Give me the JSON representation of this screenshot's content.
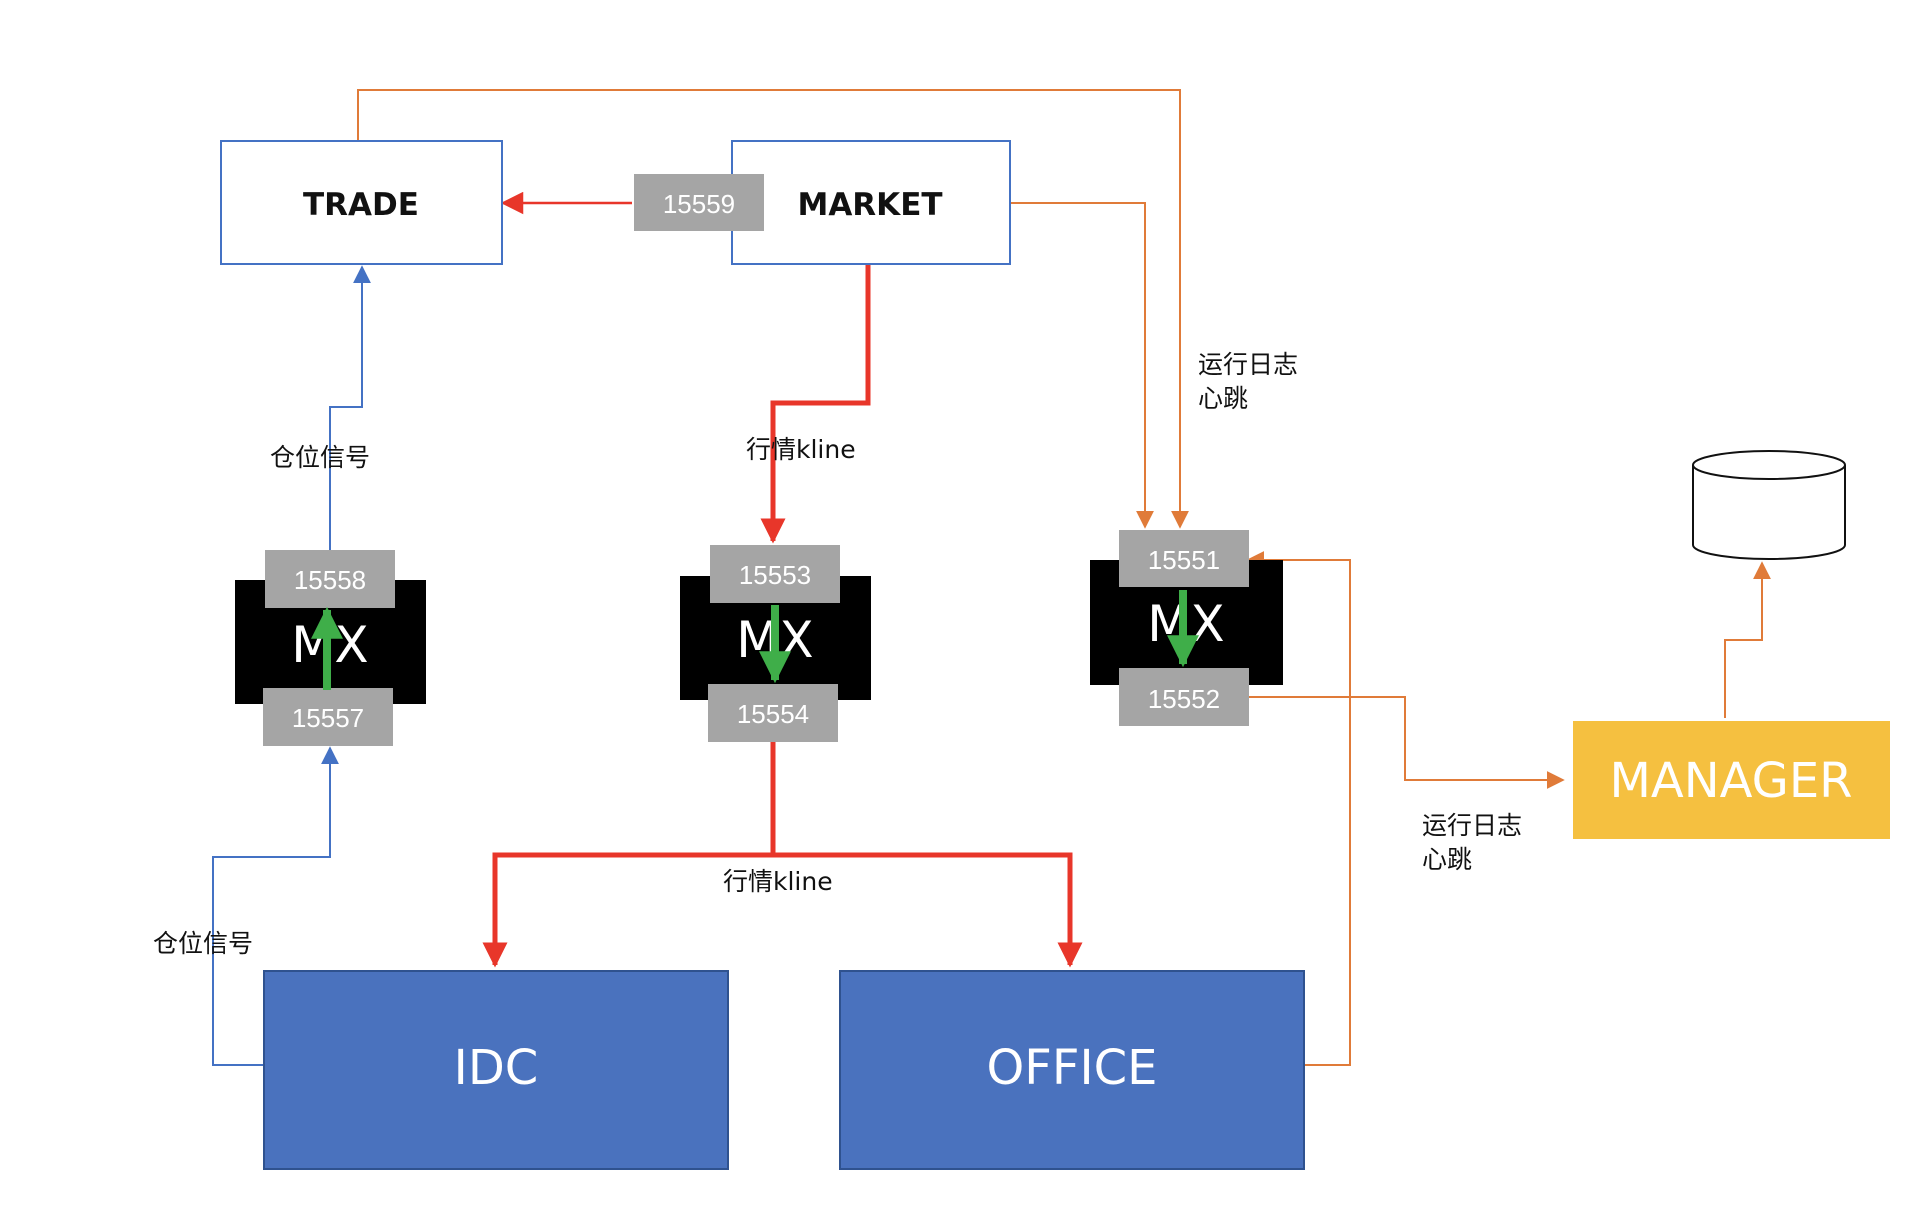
{
  "nodes": {
    "trade": "TRADE",
    "market": "MARKET",
    "mx": "MX",
    "idc": "IDC",
    "office": "OFFICE",
    "manager": "MANAGER"
  },
  "ports": {
    "p15559": "15559",
    "p15558": "15558",
    "p15557": "15557",
    "p15553": "15553",
    "p15554": "15554",
    "p15551": "15551",
    "p15552": "15552"
  },
  "edge_labels": {
    "position_signal": "仓位信号",
    "quote_kline": "行情kline",
    "runlog": "运行日志",
    "heartbeat": "心跳"
  },
  "colors": {
    "blue_line": "#4472c4",
    "red_line": "#e8362a",
    "orange_line": "#e07b39",
    "green_arrow": "#3fae49",
    "port_fill": "#a5a5a5",
    "mx_fill": "#000000",
    "idc_fill": "#4a72be",
    "manager_fill": "#f5c040"
  }
}
